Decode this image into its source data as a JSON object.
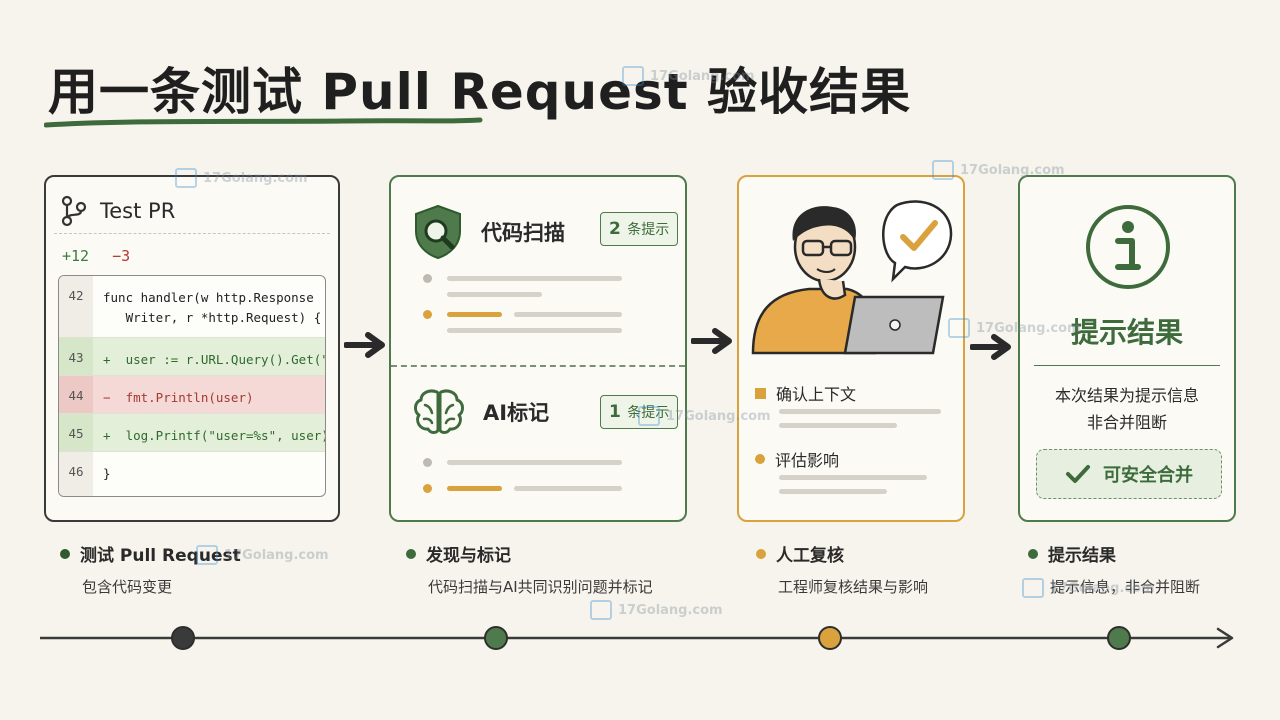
{
  "title": "用一条测试 Pull Request 验收结果",
  "panel_pr": {
    "title": "Test PR",
    "additions": "+12",
    "deletions": "−3",
    "lines": [
      {
        "num": "42",
        "code": "func handler(w http.Response\n   Writer, r *http.Request) {"
      },
      {
        "num": "43",
        "code": "+  user := r.URL.Query().Get(\"u\")"
      },
      {
        "num": "44",
        "code": "−  fmt.Println(user)"
      },
      {
        "num": "45",
        "code": "+  log.Printf(\"user=%s\", user)"
      },
      {
        "num": "46",
        "code": "}"
      }
    ]
  },
  "panel_scan": {
    "scan_label": "代码扫描",
    "scan_count": "2",
    "scan_unit": "条提示",
    "ai_label": "AI标记",
    "ai_count": "1",
    "ai_unit": "条提示"
  },
  "panel_review": {
    "item1": "确认上下文",
    "item2": "评估影响"
  },
  "panel_result": {
    "title": "提示结果",
    "desc_line1": "本次结果为提示信息",
    "desc_line2": "非合并阻断",
    "button": "可安全合并"
  },
  "steps": [
    {
      "title": "测试 Pull Request",
      "desc": "包含代码变更",
      "color": "#2f5a2d"
    },
    {
      "title": "发现与标记",
      "desc": "代码扫描与AI共同识别问题并标记",
      "color": "#3e6b3b"
    },
    {
      "title": "人工复核",
      "desc": "工程师复核结果与影响",
      "color": "#d9a23c"
    },
    {
      "title": "提示结果",
      "desc": "提示信息，非合并阻断",
      "color": "#3e6b3b"
    }
  ],
  "colors": {
    "green": "#4f7a4c",
    "orange": "#d9a23c",
    "node1": "#3a3a3a",
    "node2": "#4f7a4c",
    "node3": "#d9a23c",
    "node4": "#4f7a4c"
  },
  "watermark": {
    "brand": "17Golang.com"
  }
}
